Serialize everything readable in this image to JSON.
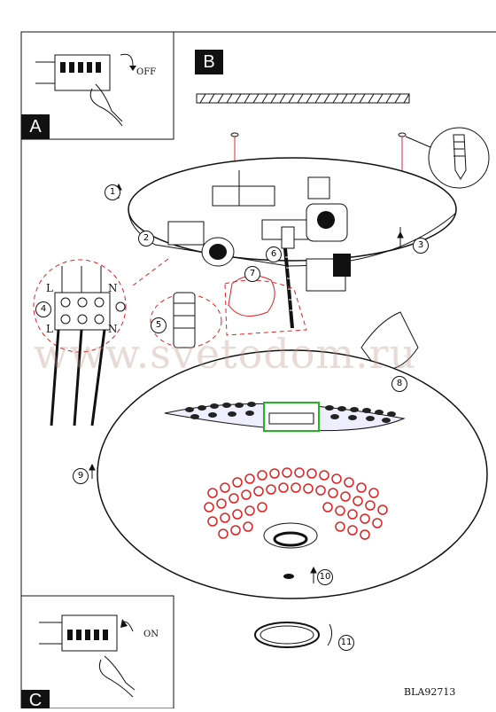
{
  "panels": {
    "a": {
      "letter": "A",
      "switch_label": "OFF"
    },
    "b": {
      "letter": "B"
    },
    "c": {
      "letter": "C",
      "switch_label": "ON"
    }
  },
  "terminal_labels": {
    "left_top": "L",
    "right_top": "N",
    "left_bottom": "L",
    "right_bottom": "N"
  },
  "steps": [
    "1",
    "2",
    "3",
    "4",
    "5",
    "6",
    "7",
    "8",
    "9",
    "10",
    "11"
  ],
  "watermark": "www.svetodom.ru",
  "model_code": "BLA92713",
  "colors": {
    "line": "#111111",
    "highlight": "#e02020",
    "accent_green": "#22b422",
    "watermark": "#c09a8c"
  }
}
